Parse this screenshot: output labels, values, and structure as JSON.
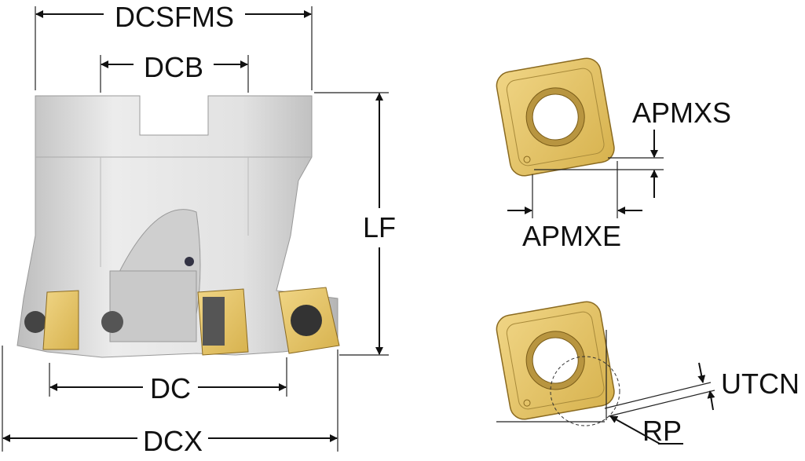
{
  "labels": {
    "dcsfms": "DCSFMS",
    "dcb": "DCB",
    "lf": "LF",
    "dc": "DC",
    "dcx": "DCX",
    "apmxs": "APMXS",
    "apmxe": "APMXE",
    "utcn": "UTCN",
    "rp": "RP"
  },
  "colors": {
    "insert": "#e2c060",
    "insert_edge": "#8a6a20",
    "body": "#d9d9d9",
    "hole": "#ffffff"
  }
}
